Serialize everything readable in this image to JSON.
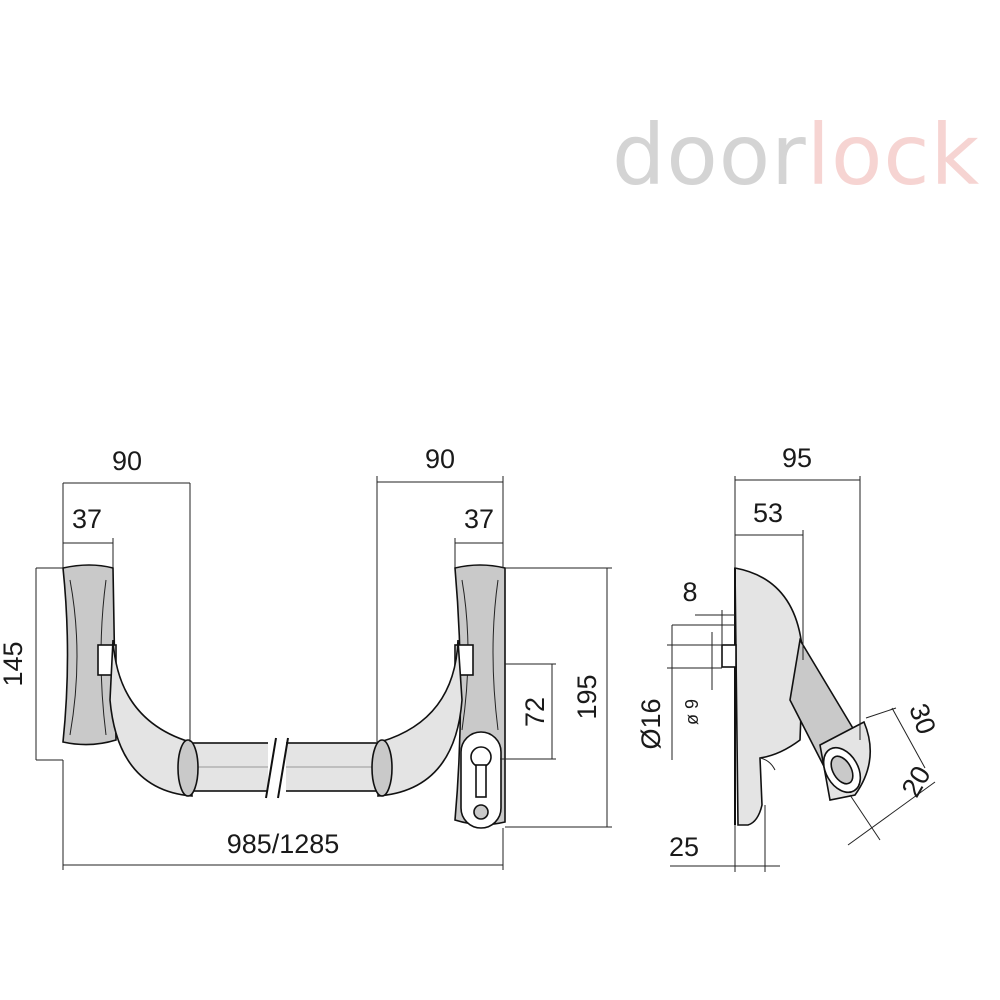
{
  "logo": {
    "text_grey": "door",
    "text_red": "lock",
    "color_grey": "#d4d4d4",
    "color_red": "#f6d4d2"
  },
  "dimensions": {
    "left_width": "90",
    "left_depth": "37",
    "left_height": "145",
    "right_width": "90",
    "right_depth": "37",
    "right_height": "195",
    "right_cylinder": "72",
    "overall_length": "985/1285",
    "side_total": "95",
    "side_mid": "53",
    "side_gap": "8",
    "side_tube": "Ø16",
    "side_hole": "ø 9",
    "side_base": "25",
    "side_bar_dia": "30",
    "side_bar_len": "20"
  }
}
